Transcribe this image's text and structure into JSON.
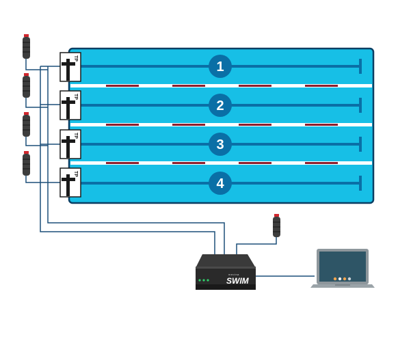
{
  "diagram": {
    "lanes": [
      {
        "number": "1",
        "touchpad_label": "TP"
      },
      {
        "number": "2",
        "touchpad_label": "TP"
      },
      {
        "number": "3",
        "touchpad_label": "TP"
      },
      {
        "number": "4",
        "touchpad_label": "TP"
      }
    ],
    "device": {
      "brand_small": "mecina",
      "brand_big": "SWIM",
      "led_color": "#2fd16b"
    },
    "colors": {
      "pool_water": "#17bfe6",
      "pool_border": "#0b3e63",
      "lane_line": "#0a6fa6",
      "lane_rope": "#8b1e2d",
      "cable": "#1b4f78",
      "laptop_screen": "#2e5566",
      "laptop_body": "#9aa3a8"
    }
  }
}
